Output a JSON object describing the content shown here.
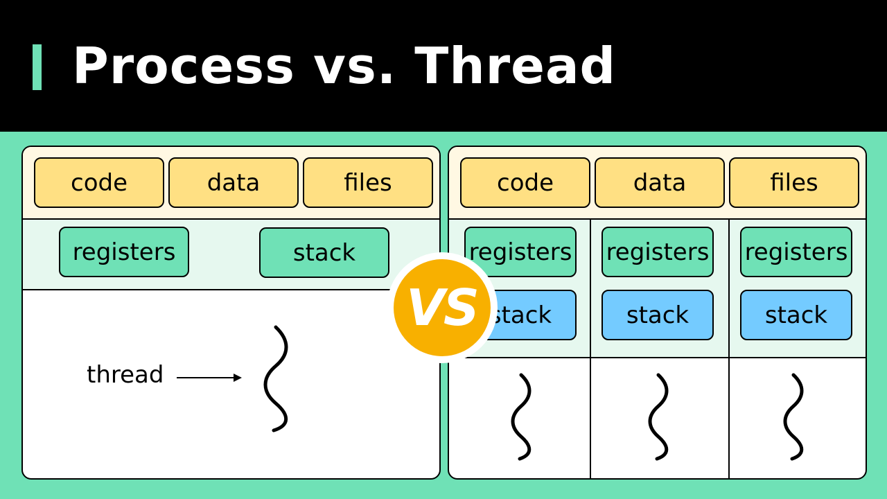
{
  "title": "Process vs. Thread",
  "badge": "VS",
  "left": {
    "shared": [
      "code",
      "data",
      "files"
    ],
    "registers": "registers",
    "stack": "stack",
    "thread_label": "thread"
  },
  "right": {
    "shared": [
      "code",
      "data",
      "files"
    ],
    "threads": [
      {
        "registers": "registers",
        "stack": "stack"
      },
      {
        "registers": "registers",
        "stack": "stack"
      },
      {
        "registers": "registers",
        "stack": "stack"
      }
    ]
  },
  "colors": {
    "background": "#6fe1b6",
    "header": "#000000",
    "shared_resource": "#ffe083",
    "registers": "#6fe1b6",
    "stack_multi": "#74cbff",
    "badge": "#f8b000"
  }
}
